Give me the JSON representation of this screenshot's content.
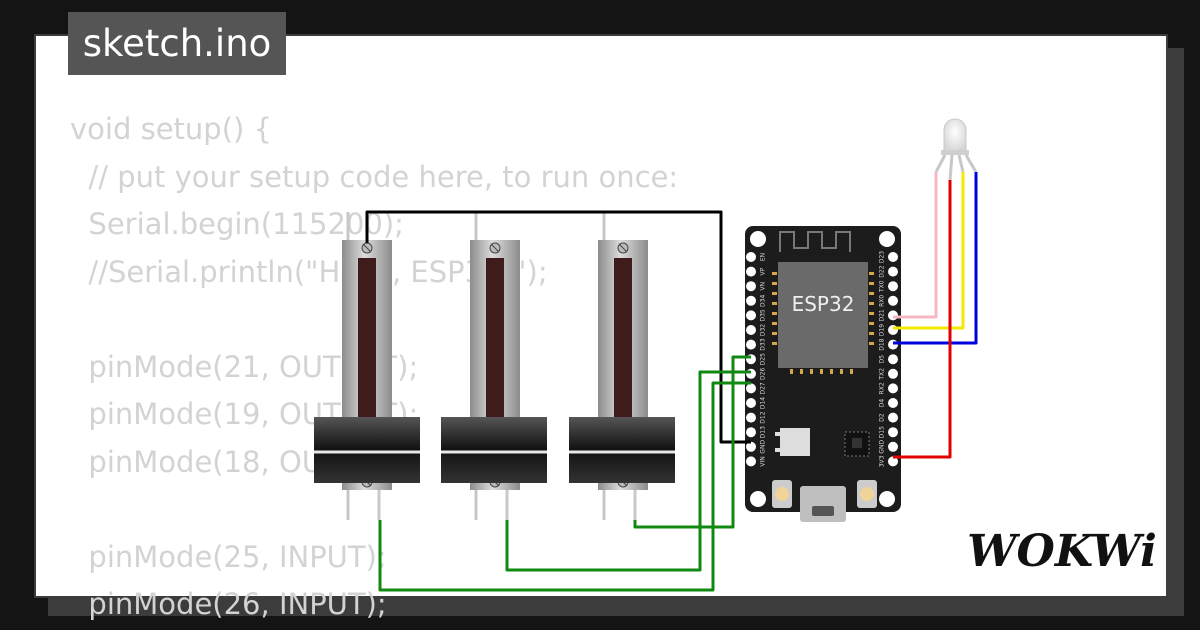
{
  "tab": {
    "filename": "sketch.ino"
  },
  "code_lines": [
    "void setup() {",
    "  // put your setup code here, to run once:",
    "  Serial.begin(115200);",
    "  //Serial.println(\"Hello, ESP32!\");",
    "",
    "  pinMode(21, OUTPUT);",
    "  pinMode(19, OUTPUT);",
    "  pinMode(18, OUTPUT);",
    "",
    "  pinMode(25, INPUT);",
    "  pinMode(26, INPUT);"
  ],
  "board": {
    "chip_label": "ESP32",
    "left_pins": [
      "EN",
      "VP",
      "VN",
      "D34",
      "D35",
      "D32",
      "D33",
      "D25",
      "D26",
      "D27",
      "D14",
      "D12",
      "D13",
      "GND",
      "VIN"
    ],
    "right_pins": [
      "D23",
      "D22",
      "TX0",
      "RX0",
      "D21",
      "D19",
      "D18",
      "D5",
      "TX2",
      "RX2",
      "D4",
      "D2",
      "D15",
      "GND",
      "3V3"
    ]
  },
  "brand": {
    "logo_text": "WOKWi"
  },
  "colors": {
    "wire_green": "#118811",
    "wire_black": "#000000",
    "wire_red": "#e00000",
    "wire_pink": "#f7b8c3",
    "wire_yellow": "#f5e800",
    "wire_blue": "#0000dd",
    "board": "#1c1c1c",
    "chip": "#6a6a6a"
  },
  "icons": [
    "esp32-board",
    "slide-potentiometer",
    "rgb-led",
    "wokwi-logo"
  ]
}
